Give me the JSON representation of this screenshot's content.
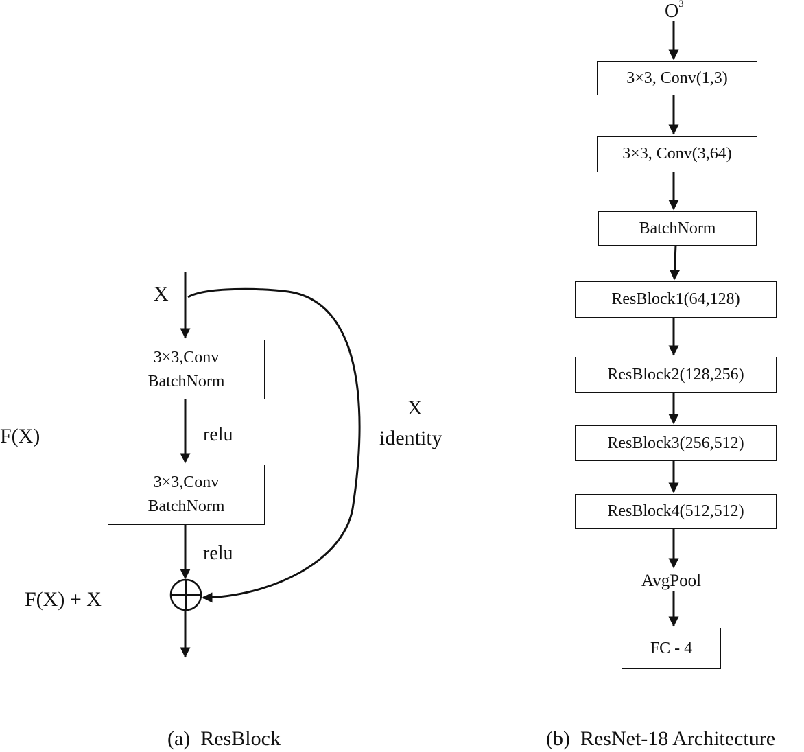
{
  "panel_a": {
    "input_label": "X",
    "block1": {
      "line1": "3×3,Conv",
      "line2": "BatchNorm"
    },
    "block2": {
      "line1": "3×3,Conv",
      "line2": "BatchNorm"
    },
    "relu1": "relu",
    "relu2": "relu",
    "fx_label": "F(X)",
    "sum_label": "F(X) + X",
    "skip_label_1": "X",
    "skip_label_2": "identity",
    "caption": "(a)  ResBlock"
  },
  "panel_b": {
    "input_label": "O",
    "input_sup": "3",
    "layers": [
      "3×3, Conv(1,3)",
      "3×3, Conv(3,64)",
      "BatchNorm",
      "ResBlock1(64,128)",
      "ResBlock2(128,256)",
      "ResBlock3(256,512)",
      "ResBlock4(512,512)"
    ],
    "pool_label": "AvgPool",
    "output_layer": "FC - 4",
    "caption": "(b)  ResNet-18 Architecture"
  }
}
